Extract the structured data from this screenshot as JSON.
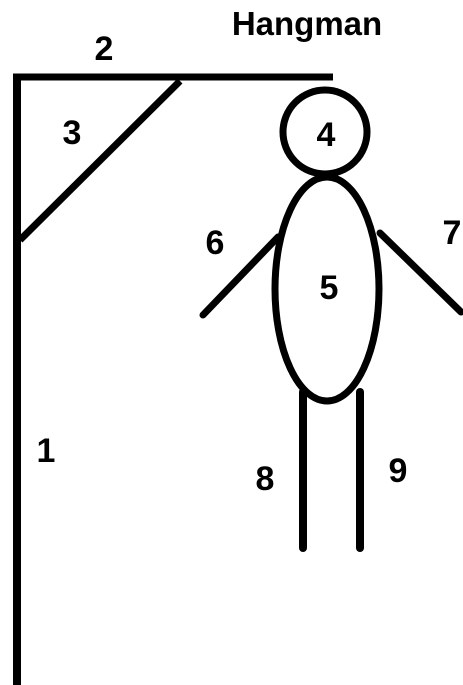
{
  "title": "Hangman",
  "labels": {
    "gallows_post": "1",
    "gallows_beam": "2",
    "gallows_brace": "3",
    "head": "4",
    "body": "5",
    "left_arm": "6",
    "right_arm": "7",
    "left_leg": "8",
    "right_leg": "9"
  },
  "colors": {
    "stroke": "#000000",
    "background": "#ffffff"
  }
}
